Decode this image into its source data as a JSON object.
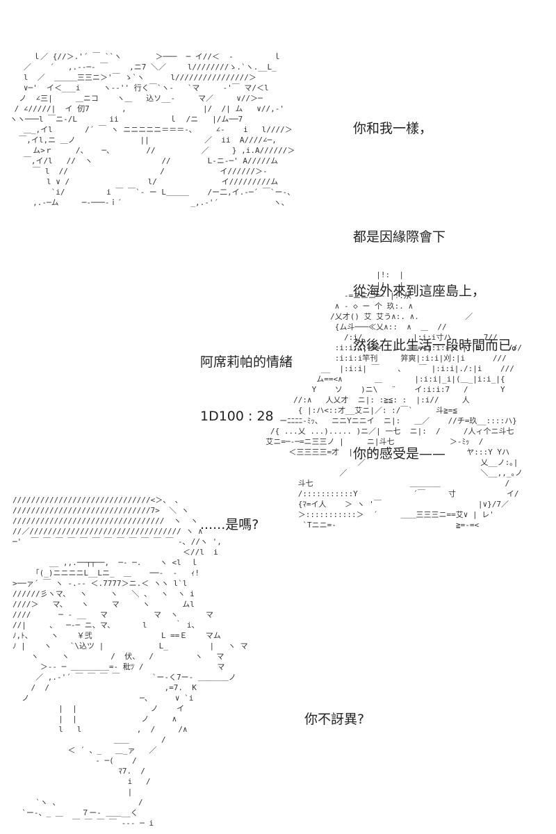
{
  "panels": [
    {
      "dialogue": [
        "你和我一樣，",
        "",
        "都是因緣際會下",
        "從海外來到這座島上，",
        "然後在此生活一段時間而已。",
        "",
        "你的感受是——"
      ],
      "art_lines": [
        "     ｌ／ {//＞.'´ ￣ ``ヽ   　　 ＞───  ─ イ//＜  ‐    　   ｌ",
        "   ／    ´   ,.-‐─‐ ￣   　,ニ7 ＼／ 　  l////////ゝ.`ヽ.__L_",
        "   l  ／  ＿＿＿三三ニ＞'￣ ゝ`ヽ   　 l////////////////＞",
        "   ∨─'  イ＜___i     ヽ-‐'' 行く￣`ヽ-   `マ     -'￣ マ/＜l",
        "  ノ  ∠三|     ＿ニコ    ヽ＿   込ソ__-     マ／     ∨//＞─",
        " / ∠/////|  イ 仞7       ,        　       |/  /| ム   ∨//,-'",
        "ヽヽ───l ￣ニ-/L       ii           ｌ  /ニ   |/ム──7",
        "   ＿_,イl       /´ ￣ ヽ ニニニニニ＝＝＝-､     ∠-    i   l////＞",
        "  ￣,イl,ニ ＿ノ              ||            ／  ii  A////∠─,",
        "     ム>ｒ     /、   ─、       //          ／     } ,i.A//////＞",
        "   ￣,イ/l   //  ヽ               //        L-ニ-─' A/////ム",
        "     ￣ l  //                    /            イ//////＞-",
        "        l ∨ /                 l/              イ/////////ム",
        "         `i/         i ￣ ￣`- ー L＿＿＿    /ー二,イ.-─´ ￣`ー-、",
        "     ,.-─ム     ─‐───‐ｉ´               _,.-'´            ヽ、"
      ]
    },
    {
      "dialogue": [
        "阿席莉帕的情緒",
        "1D100 : 28",
        "",
        "......是嗎?"
      ],
      "art_lines": [
        "                               |!:  |",
        "                               |!:  |",
        "                        -=ニニニ=- |!:从",
        "                      ∧ - ◇ ー 个 玖:. ∧",
        "                     /乂才() 艾 艾う∧:. ∧.          ／",
        "                      {ム斗───≪乂∧::  ∧  ＿  //",
        "                        /:i/           |:i:i寸ハ       7//",
        "                      :i:i:i|===      ====|:i:i|ハ|:|i      ///",
        "                      :i:i:i竿刊     笄爽|:i:i|刈:|i      ///",
        "                   __  |:i:i| ￣    、   ￣ |:i:i|./:|i    ///",
        "                  ム==<∧       ＿       |:i:i|_i|(＿_|i:i_|{",
        "                 Y    ソ    )ニ\\   ¨    イ:i:i:7   /       Y",
        "             //:∧   人乂才  ニ|: :≧≦: :  |:i//     人",
        "              { |:ハ<::才__艾ニ|／: :/￣`     斗≧=≦",
        "          ーﾆﾆﾆﾆ-ﾐｯ、  ニニYニニイ  ニ|:   ＿／    //チ=玖__::::ハ}",
        "        /{ ...乂 ...)..... )ニ／| 一七  ニ|:  /     /人ィ个ニ斗七",
        "       艾ニ=─‐─=ニ三三ノ |     ニ|斗七            ＞-ﾐｯ  /",
        "            ＜三三三三=才  |    ＜                   ヤ:::Y Yハ",
        "                           ／                         乂__ノ:｡|",
        "                       ／                             ＼__,,_｡ノ",
        "              斗七                     ＿＿＿＿              /",
        "              /:::::::::::Y            ´￣     寸           イ/",
        "              {ﾏ=イ人    ＞ ヽ '￣                     |∨}/7／",
        "              ＞:::::::::::＞  ´     ＿＿三三三ニ==艾∨ | レ'",
        "               `Tニニ=-                          ≧=-=<"
      ]
    },
    {
      "dialogue": [
        "你不訝異?"
      ],
      "art_lines": [
        "//////////////////////////////<＞、 ､",
        "//////////////////////////////7>  ＼ ヽ",
        "/////////////////////////////////  ヽ  ヽ",
        "//／///////////////////////////////// ヽ ∧",
        "─'  ￣ ￣ ￣ ￣ ￣ ￣ ￣ ￣ ￣ ￣ ￣ ￣ ‐､ //ヽ ',",
        "                                     ＜//l  i",
        "        __ ,,.──┬┬──,  ─‐ ─.    ヽ <l  ｌ",
        "     ｢(_)ニニニニL__Lニ_  ＿    ──‐  ‐   ｨ!",
        ">──ァ´ ￣ ヽ -.-‐ ＜.7777＞ニ.＜ ヽヽ l`l",
        "//////彡ヽマ、  ヽ     ヽ   ＼ 、  ヽ  ヽ i",
        "////＞   マ、   ヽ     マ     ヽ       ムl",
        "////      ─ ‐ __   マ          マ  ヽ      マ",
        "//|     、  ─‐─ ニ、マ、      l      ｀ i、",
        "ﾉ,ﾄ、    ヽ    ￥弐               L ==Ｅ    マム",
        "ﾉ |    ヽ    `\\込ツ |            L_         |   ヽ マ",
        "    ヽ     ヽ         /  伏、  /         ヽ   マ",
        "      ＞-‐ ─ ＿＿＿＿＿=- 秕ﾂ /                マ",
        "     ／ ,.-'´ ￣ ￣ ￣ ￣       `ー-く7ー- ＿＿＿＿ノ",
        "    /  /                         ,=7.  K",
        "  ノ                        ─、     ∨ `i",
        "          |  |                ノ    イ",
        "          |  |              ノ     ∧",
        "          l   l            ,  /     /∧",
        "                      ＿＿       /",
        "            ＜ ´ 、_   ＿_ァ   ／",
        "                  ‐ ─(    /",
        "                       ﾏ7.  /",
        "                         i   /",
        "                         |",
        "     `ヽ 、                 /",
        "  `ー-、_ ＿    ７ー- ＿＿__く",
        "             ￣ ￣ ￣ ￣ ‐-- ─ i"
      ]
    }
  ]
}
